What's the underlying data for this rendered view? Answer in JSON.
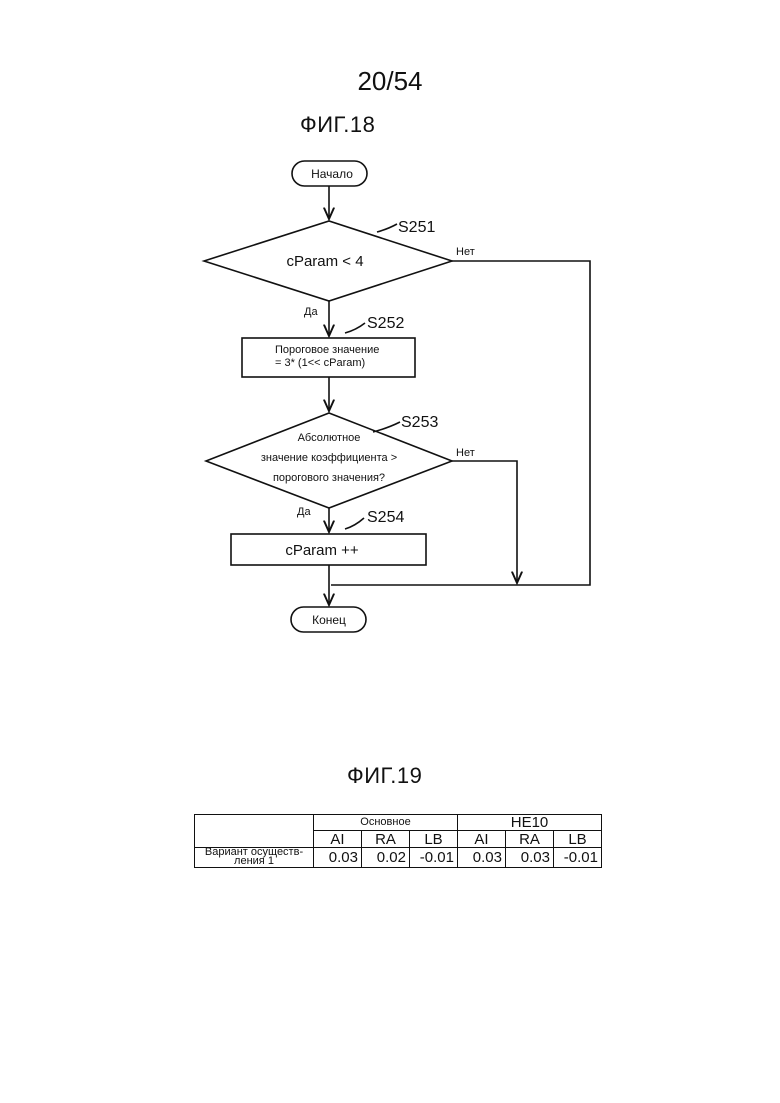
{
  "page_number": "20/54",
  "figure18": {
    "title": "ФИГ.18",
    "start": "Начало",
    "end": "Конец",
    "steps": {
      "s251": {
        "label": "S251",
        "text": "cParam < 4"
      },
      "s252": {
        "label": "S252",
        "line1": "Пороговое значение",
        "line2": "= 3* (1<< cParam)"
      },
      "s253": {
        "label": "S253",
        "line1": "Абсолютное",
        "line2": "значение коэффициента >",
        "line3": "порогового значения?"
      },
      "s254": {
        "label": "S254",
        "text": "cParam ++"
      }
    },
    "yes": "Да",
    "no": "Нет"
  },
  "figure19": {
    "title": "ФИГ.19",
    "groups": [
      "Основное",
      "HE10"
    ],
    "columns": [
      "AI",
      "RA",
      "LB",
      "AI",
      "RA",
      "LB"
    ],
    "row_label": "Вариант осуществ-\nления 1",
    "row_label_1": "Вариант осуществ-",
    "row_label_2": "ления 1",
    "values": [
      "0.03",
      "0.02",
      "-0.01",
      "0.03",
      "0.03",
      "-0.01"
    ]
  }
}
